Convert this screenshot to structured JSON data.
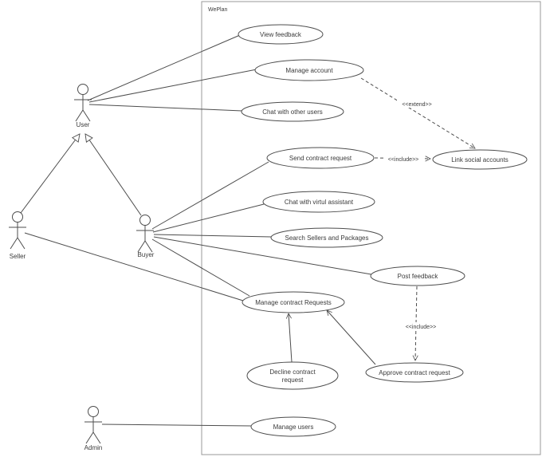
{
  "diagram": {
    "system": {
      "label": "WePlan"
    },
    "actors": {
      "user": {
        "label": "User"
      },
      "seller": {
        "label": "Seller"
      },
      "buyer": {
        "label": "Buyer"
      },
      "admin": {
        "label": "Admin"
      }
    },
    "use_cases": {
      "view_feedback": {
        "label": "View feedback"
      },
      "manage_account": {
        "label": "Manage account"
      },
      "chat_with_other_users": {
        "label": "Chat with other users"
      },
      "send_contract_request": {
        "label": "Send contract request"
      },
      "link_social_accounts": {
        "label": "Link social accounts"
      },
      "chat_with_virtual_assistant": {
        "label": "Chat with virtul assistant"
      },
      "search_sellers_and_packages": {
        "label": "Search Sellers and Packages"
      },
      "post_feedback": {
        "label": "Post feedback"
      },
      "manage_contract_requests": {
        "label": "Manage contract Requests"
      },
      "decline_contract_request": {
        "label_line1": "Decline contract",
        "label_line2": "request"
      },
      "approve_contract_request": {
        "label": "Approve contract request"
      },
      "manage_users": {
        "label": "Manage users"
      }
    },
    "relationships": {
      "extend_label": "<<extend>>",
      "include_label": "<<include>>"
    },
    "colors": {
      "stroke": "#4d4d4d",
      "boundary": "#9a9a9a",
      "background": "#ffffff"
    }
  }
}
